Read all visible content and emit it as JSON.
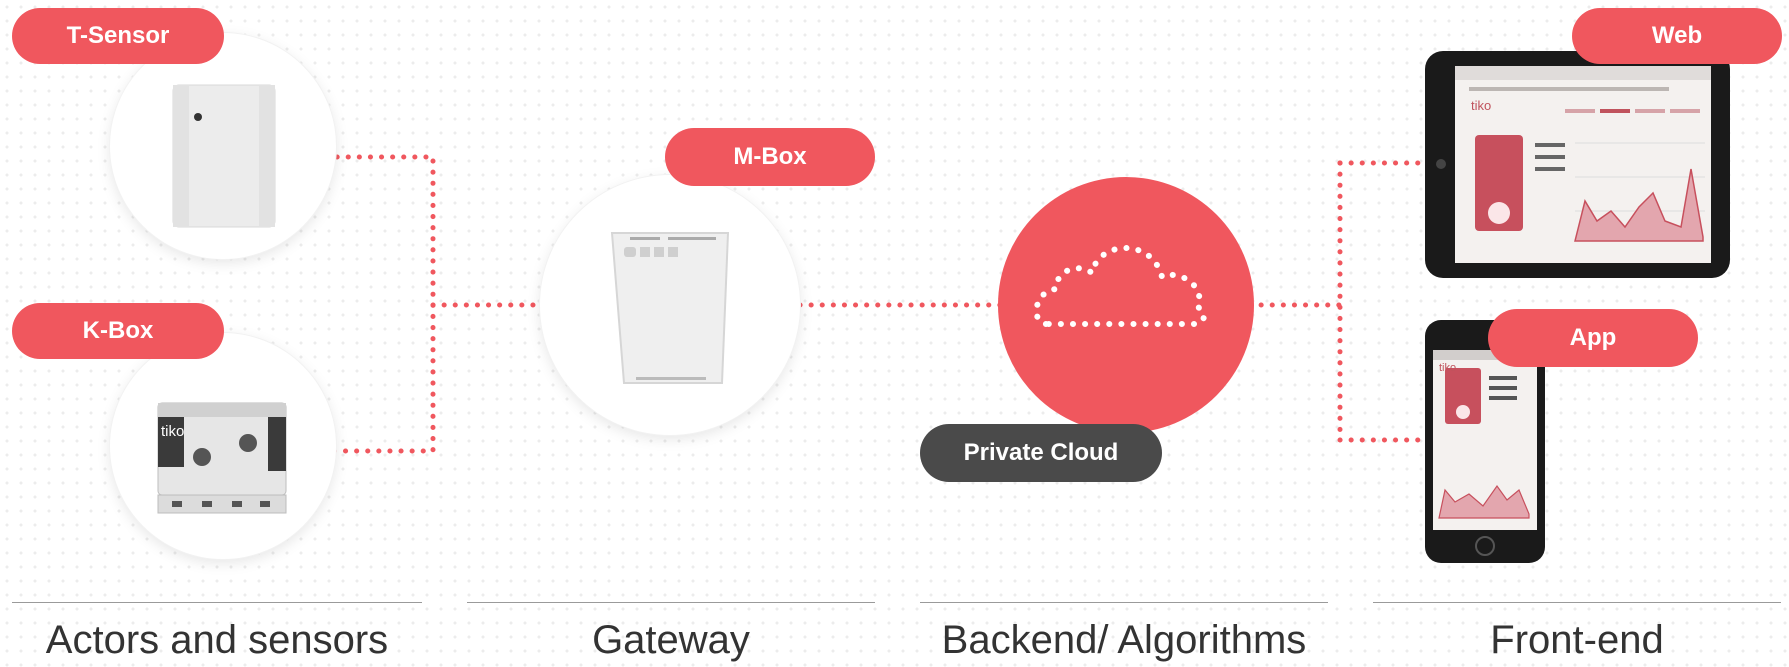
{
  "labels": {
    "t_sensor": "T-Sensor",
    "k_box": "K-Box",
    "m_box": "M-Box",
    "private_cloud": "Private Cloud",
    "web": "Web",
    "app": "App"
  },
  "device_text": {
    "k_box_brand": "tiko",
    "web_brand": "tiko",
    "app_brand": "tiko"
  },
  "sections": [
    {
      "label": "Actors and sensors"
    },
    {
      "label": "Gateway"
    },
    {
      "label": "Backend/ Algorithms"
    },
    {
      "label": "Front-end"
    }
  ],
  "colors": {
    "accent": "#f0575e",
    "dark_pill": "#4a4a4a",
    "text": "#333333"
  }
}
